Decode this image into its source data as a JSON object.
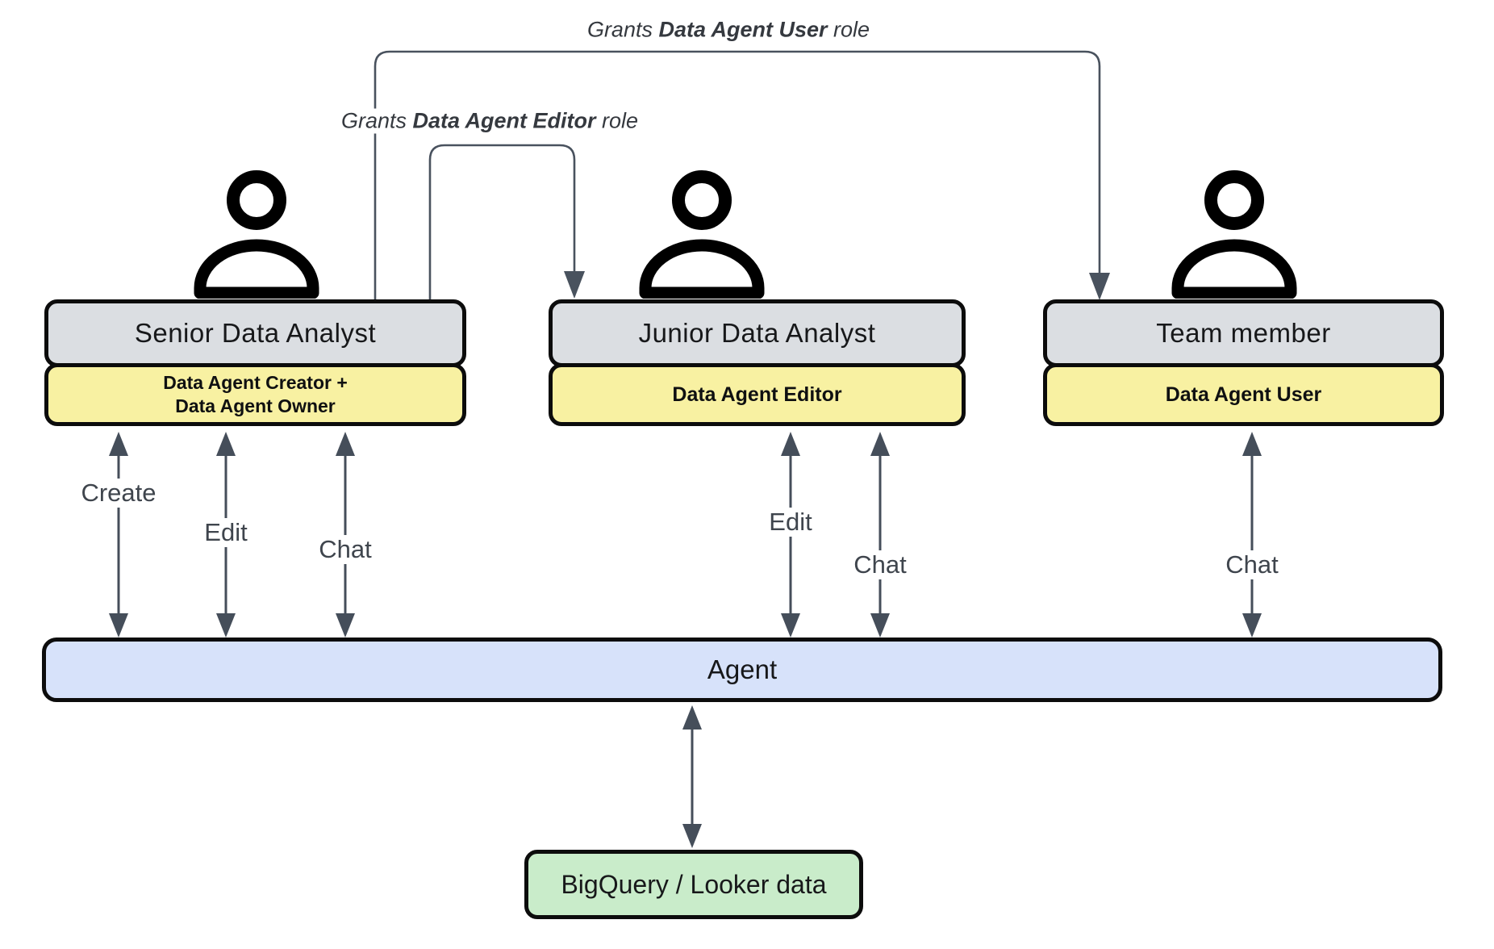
{
  "title": "Data agent roles and access diagram",
  "colors": {
    "background": "#ffffff",
    "actor_box": "#dbdee2",
    "role_box": "#f8f1a2",
    "agent_bar": "#d7e2fa",
    "data_box": "#c9ecca",
    "box_border": "#0c0c0c",
    "connector": "#49525e",
    "label_text": "#3f454d"
  },
  "icons": {
    "actor": "person-icon"
  },
  "grant_arrows": {
    "user": {
      "prefix": "Grants ",
      "bold": "Data Agent User",
      "suffix": " role"
    },
    "editor": {
      "prefix": "Grants ",
      "bold": "Data Agent Editor",
      "suffix": " role"
    }
  },
  "actors": [
    {
      "title": "Senior Data Analyst",
      "role_line1": "Data Agent Creator +",
      "role_line2": "Data Agent Owner"
    },
    {
      "title": "Junior Data Analyst",
      "role_line1": "Data Agent Editor",
      "role_line2": ""
    },
    {
      "title": "Team member",
      "role_line1": "Data Agent User",
      "role_line2": ""
    }
  ],
  "action_labels": {
    "senior_create": "Create",
    "senior_edit": "Edit",
    "senior_chat": "Chat",
    "junior_edit": "Edit",
    "junior_chat": "Chat",
    "team_chat": "Chat"
  },
  "agent": {
    "label": "Agent"
  },
  "datasource": {
    "label": "BigQuery / Looker data"
  }
}
